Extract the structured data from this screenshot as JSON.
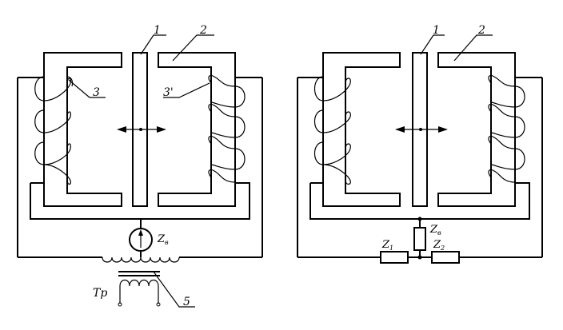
{
  "left_diagram": {
    "label_armature": "1",
    "label_core": "2",
    "label_coil_left": "3",
    "label_coil_right": "3'",
    "label_meter_impedance": "Z",
    "label_meter_impedance_sub": "в",
    "label_transformer": "Тр",
    "label_transformer_part": "5"
  },
  "right_diagram": {
    "label_armature": "1",
    "label_core": "2",
    "label_zv": "Z",
    "label_zv_sub": "в",
    "label_z1": "Z",
    "label_z1_sub": "1",
    "label_z2": "Z",
    "label_z2_sub": "2"
  }
}
